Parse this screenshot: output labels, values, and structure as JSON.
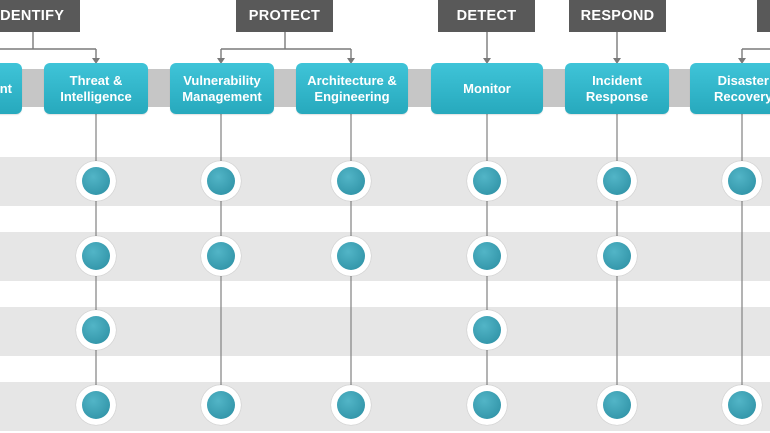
{
  "categories": [
    {
      "key": "identify",
      "label": "IDENTIFY"
    },
    {
      "key": "protect",
      "label": "PROTECT"
    },
    {
      "key": "detect",
      "label": "DETECT"
    },
    {
      "key": "respond",
      "label": "RESPOND"
    }
  ],
  "functions": [
    {
      "key": "asset-management",
      "label": "nt"
    },
    {
      "key": "threat-intelligence",
      "line1": "Threat &",
      "line2": "Intelligence"
    },
    {
      "key": "vulnerability-management",
      "line1": "Vulnerability",
      "line2": "Management"
    },
    {
      "key": "architecture-engineering",
      "line1": "Architecture &",
      "line2": "Engineering"
    },
    {
      "key": "monitor",
      "label": "Monitor"
    },
    {
      "key": "incident-response",
      "line1": "Incident",
      "line2": "Response"
    },
    {
      "key": "disaster-recovery",
      "line1": "Disaster",
      "line2": "Recovery"
    }
  ],
  "colors": {
    "header": "#595959",
    "accent": "#2aaabe",
    "node": "#3a9fb3",
    "band": "#e6e6e6"
  }
}
